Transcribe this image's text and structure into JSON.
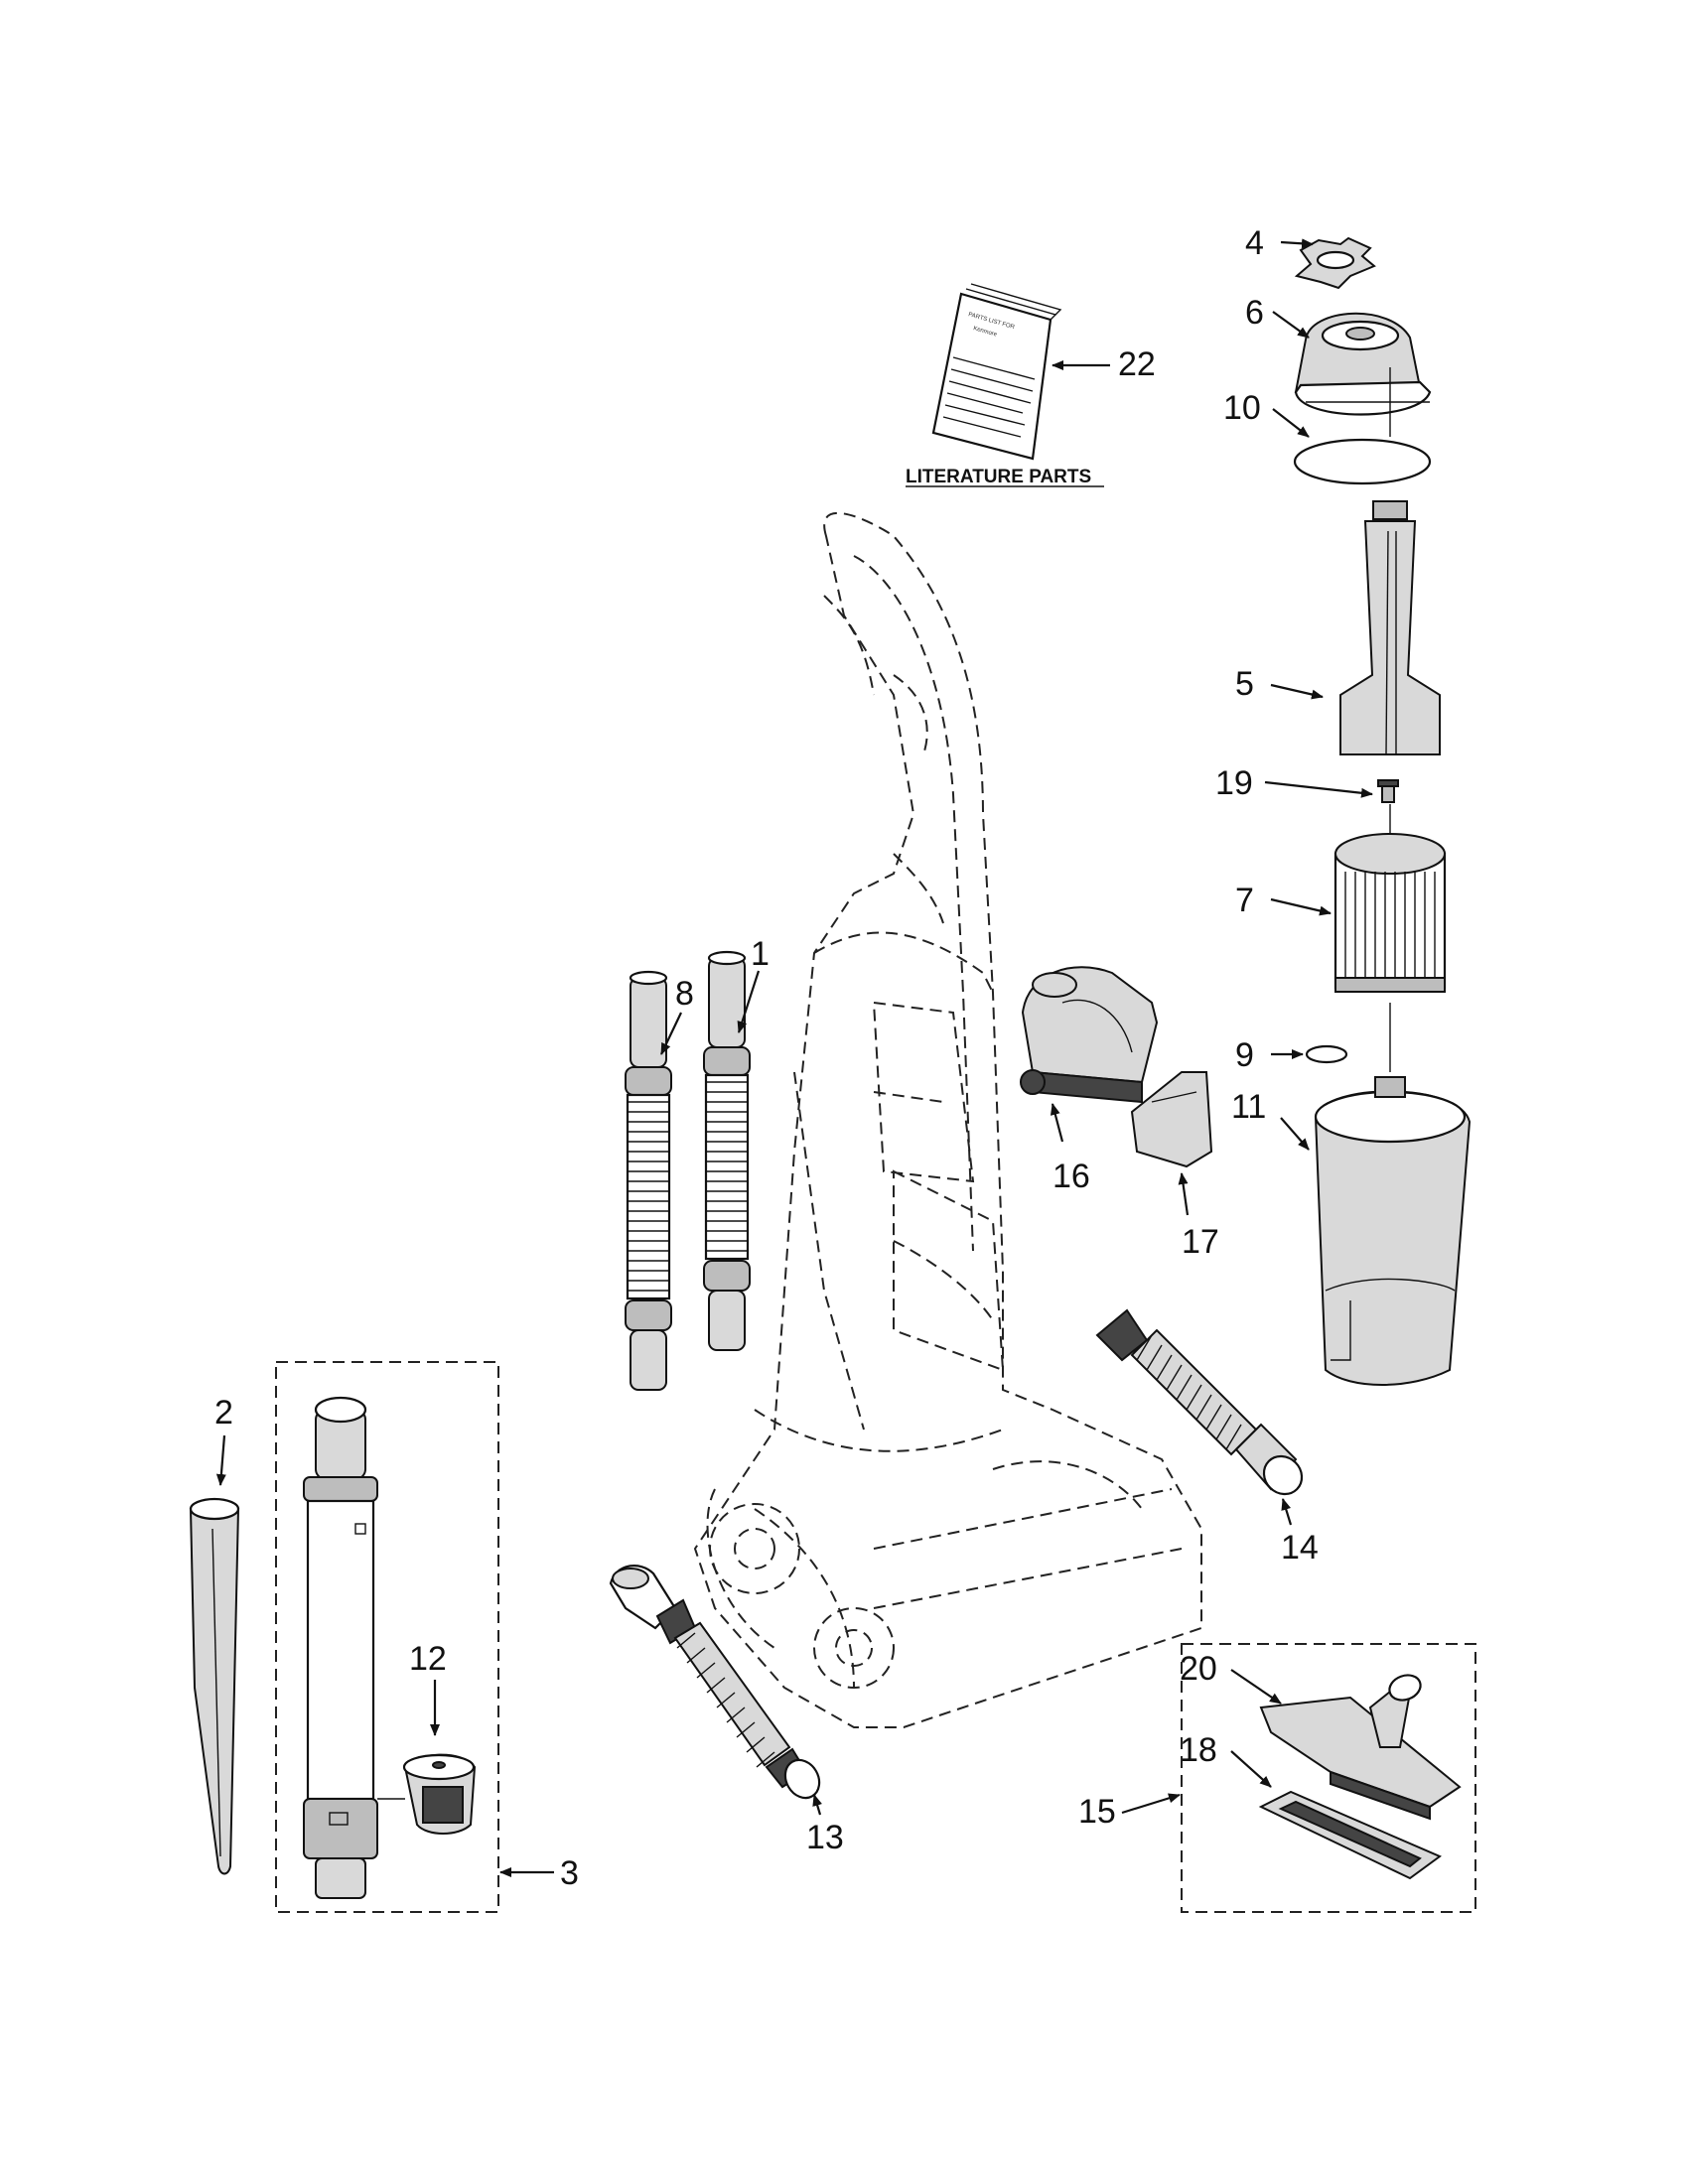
{
  "diagram": {
    "heading": "LITERATURE PARTS",
    "booklet_lines": [
      "PARTS LIST FOR",
      "Kenmore"
    ],
    "callouts": {
      "c1": "1",
      "c2": "2",
      "c3": "3",
      "c4": "4",
      "c5": "5",
      "c6": "6",
      "c7": "7",
      "c8": "8",
      "c9": "9",
      "c10": "10",
      "c11": "11",
      "c12": "12",
      "c13": "13",
      "c14": "14",
      "c15": "15",
      "c16": "16",
      "c17": "17",
      "c18": "18",
      "c19": "19",
      "c20": "20",
      "c22": "22"
    }
  },
  "colors": {
    "line": "#111111",
    "paper": "#ffffff",
    "shade": "#d9d9d9"
  }
}
